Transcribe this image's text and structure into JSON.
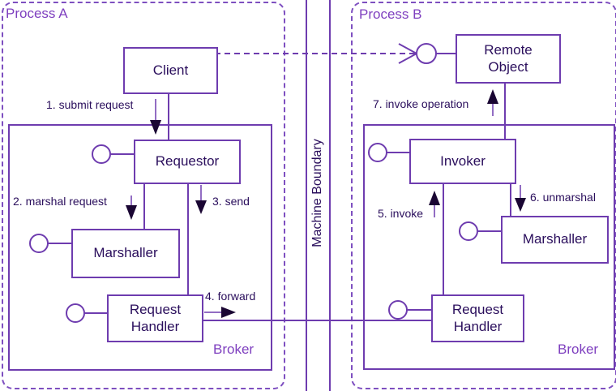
{
  "diagram": {
    "kind": "broker-pattern-uml",
    "machine_boundary_label": "Machine Boundary",
    "colors": {
      "line": "#6e3caf",
      "dashed_line": "#7e4fc0",
      "box_text": "#2a0e5c",
      "title_text": "#7e3fbf",
      "background": "#ffffff"
    },
    "process_a": {
      "title": "Process A",
      "client": "Client",
      "broker_label": "Broker",
      "components": {
        "requestor": "Requestor",
        "marshaller": "Marshaller",
        "request_handler": "Request Handler"
      }
    },
    "process_b": {
      "title": "Process B",
      "remote_object": "Remote Object",
      "broker_label": "Broker",
      "components": {
        "invoker": "Invoker",
        "marshaller": "Marshaller",
        "request_handler": "Request Handler"
      }
    },
    "steps": {
      "s1": "1. submit request",
      "s2": "2. marshal request",
      "s3": "3. send",
      "s4": "4. forward",
      "s5": "5. invoke",
      "s6": "6. unmarshal",
      "s7": "7. invoke operation"
    }
  }
}
